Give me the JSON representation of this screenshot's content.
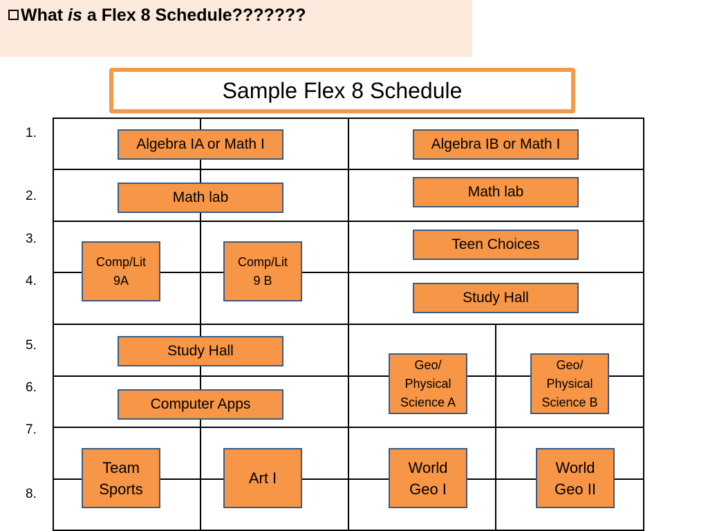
{
  "header": {
    "title_before": "What ",
    "title_italic": "is",
    "title_after": " a Flex 8 Schedule???????"
  },
  "schedule_title": "Sample Flex 8 Schedule",
  "row_numbers": [
    "1.",
    "2.",
    "3.",
    "4.",
    "5.",
    "6.",
    "7.",
    "8."
  ],
  "courses": {
    "algebra_a": "Algebra IA or Math I",
    "algebra_b": "Algebra IB or Math I",
    "math_lab_a": "Math lab",
    "math_lab_b": "Math lab",
    "teen_choices": "Teen Choices",
    "complit_a": "Comp/Lit\n9A",
    "complit_b": "Comp/Lit\n9 B",
    "study_hall_b": "Study Hall",
    "study_hall_a": "Study Hall",
    "geo_a": "Geo/\nPhysical\nScience A",
    "geo_b": "Geo/\nPhysical\nScience B",
    "computer_apps": "Computer Apps",
    "team_sports": "Team\nSports",
    "art": "Art I",
    "world_geo_1": "World\nGeo I",
    "world_geo_2": "World\nGeo II"
  },
  "colors": {
    "course_fill": "#f79646",
    "course_border": "#3a5a80",
    "title_border": "#f39a48",
    "header_band": "#fbe9db"
  }
}
